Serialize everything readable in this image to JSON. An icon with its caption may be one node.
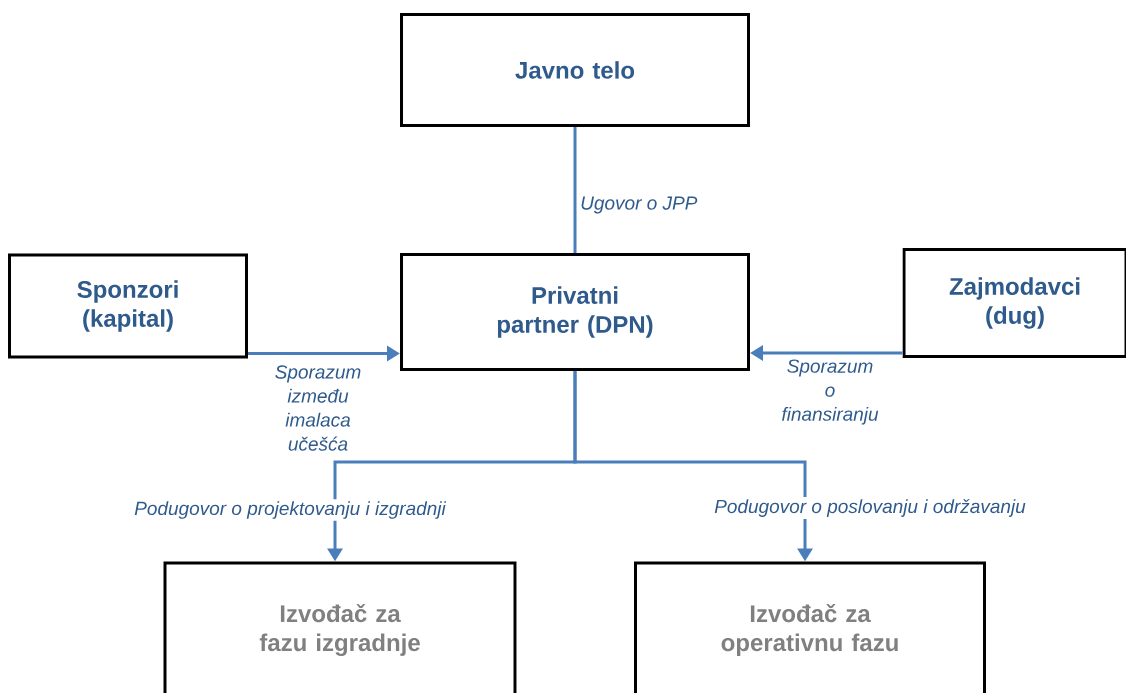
{
  "diagram": {
    "nodes": [
      {
        "text": [
          "Javno telo"
        ]
      },
      {
        "text": [
          "Privatni partner (DPN)"
        ]
      },
      {
        "text": [
          "Sponzori (kapital)"
        ]
      },
      {
        "text": [
          "Zajmodavci (dug)"
        ]
      },
      {
        "text": [
          "Izvođač za fazu izgradnje"
        ]
      },
      {
        "text": [
          "Izvođač za operativnu fazu"
        ]
      }
    ],
    "edges": [
      {
        "from": 0,
        "to": 1,
        "arrow": "none",
        "label": "Ugovor o JPP"
      },
      {
        "from": 2,
        "to": 1,
        "arrow": "to",
        "label": "Sporazum između imalaca učešća"
      },
      {
        "from": 3,
        "to": 1,
        "arrow": "to",
        "label": "Sporazum o finansiranju"
      },
      {
        "from": 1,
        "to": 4,
        "arrow": "to",
        "label": "Podugovor o projektovanju i izgradnji"
      },
      {
        "from": 1,
        "to": 5,
        "arrow": "to",
        "label": "Podugovor o poslovanju i održavanju"
      }
    ]
  }
}
